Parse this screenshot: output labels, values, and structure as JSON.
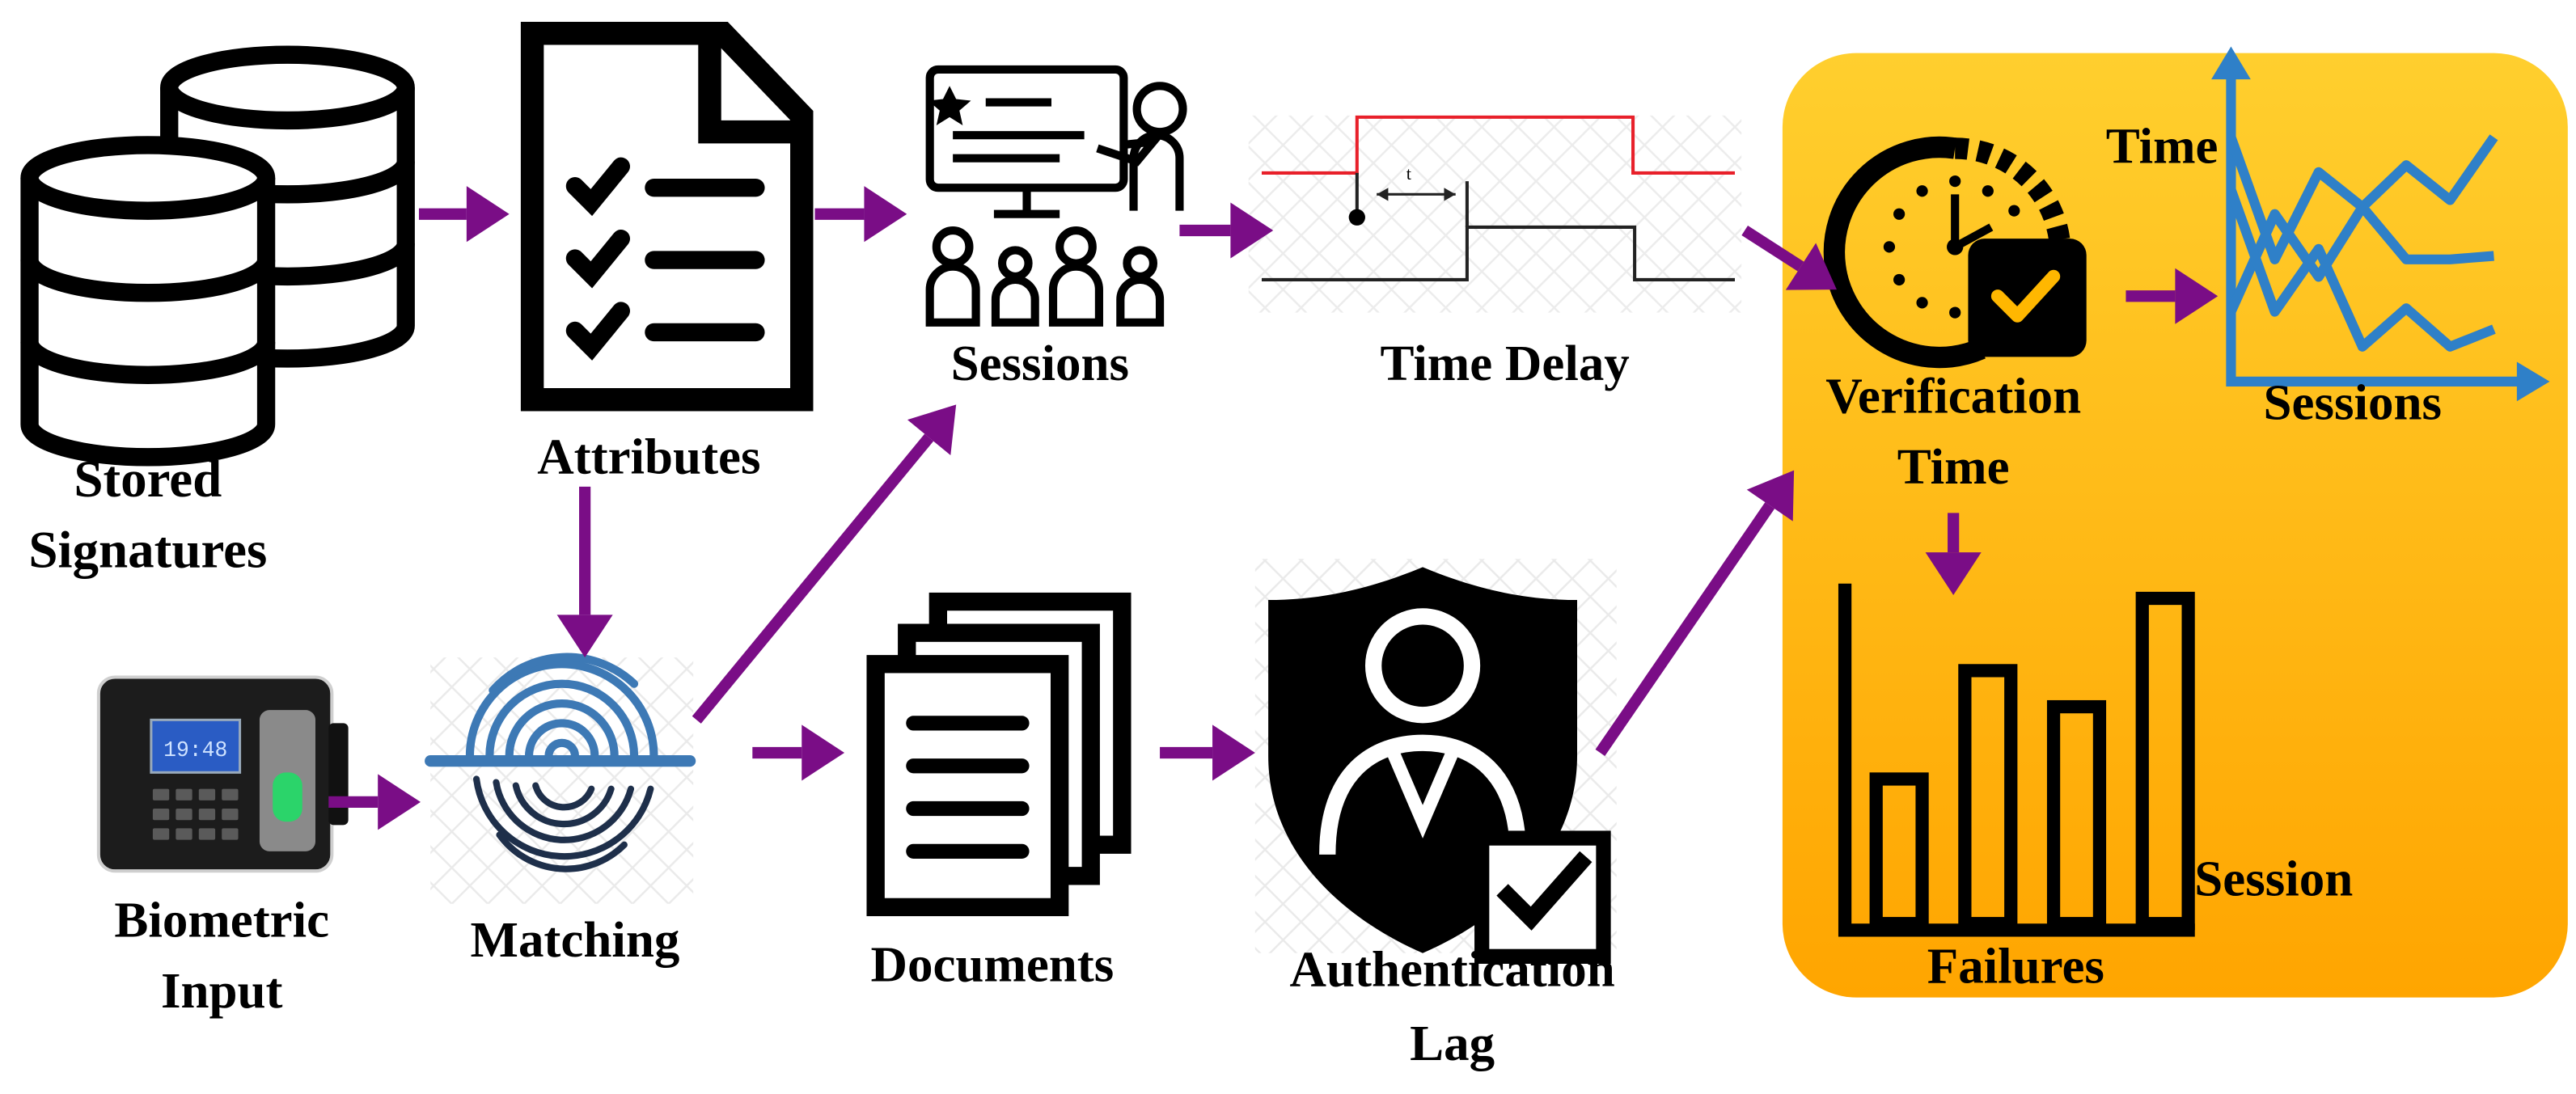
{
  "labels": {
    "stored_signatures_1": "Stored",
    "stored_signatures_2": "Signatures",
    "attributes": "Attributes",
    "sessions_top": "Sessions",
    "time_delay": "Time Delay",
    "verification_time_1": "Verification",
    "verification_time_2": "Time",
    "biometric_input_1": "Biometric",
    "biometric_input_2": "Input",
    "matching": "Matching",
    "documents": "Documents",
    "authentication_lag_1": "Authentication",
    "authentication_lag_2": "Lag",
    "line_chart_ylabel": "Time",
    "line_chart_xlabel": "Sessions",
    "bar_chart_xlabel": "Session",
    "bar_chart_ylabel": "Failures",
    "timing_t": "t",
    "device_screen": "19:48"
  },
  "colors": {
    "arrow": "#7a0d86",
    "panel_top": "#ffcf2e",
    "panel_bottom": "#ffa500",
    "chart_blue": "#2f80c8",
    "fingerprint_blue": "#3d79b5",
    "timing_red": "#e8202a"
  },
  "chart_data": [
    {
      "type": "line",
      "xlabel": "Sessions",
      "ylabel": "Time",
      "series": [
        {
          "values": [
            7,
            3.5,
            6,
            5,
            6.2,
            5.2,
            7
          ]
        },
        {
          "values": [
            2,
            4.8,
            3,
            5,
            3.5,
            3.5,
            3.6
          ]
        },
        {
          "values": [
            5.5,
            2,
            3.8,
            1,
            2.1,
            1,
            1.5
          ]
        }
      ]
    },
    {
      "type": "bar",
      "xlabel": "Session",
      "ylabel": "Failures",
      "values": [
        4,
        7,
        6,
        9
      ]
    }
  ]
}
